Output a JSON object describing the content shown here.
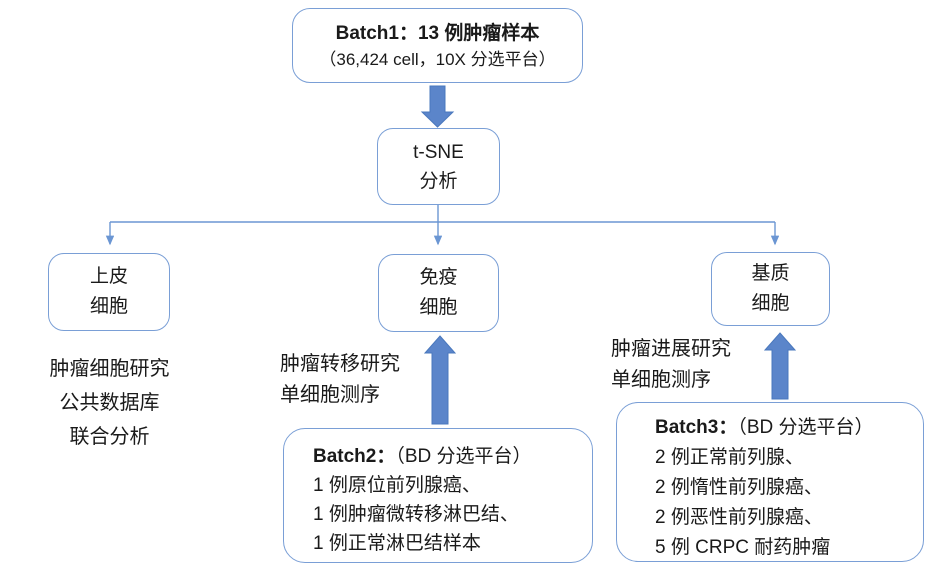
{
  "colors": {
    "box_border": "#7a9fd6",
    "connector_line": "#6b96d3",
    "block_arrow_fill": "#5b85ca",
    "block_arrow_stroke": "#4a78bd",
    "text": "#1a1a1a",
    "background": "#ffffff"
  },
  "flowchart": {
    "batch1": {
      "title": "Batch1：13 例肿瘤样本",
      "subtitle": "（36,424 cell，10X 分选平台）"
    },
    "tsne": {
      "line1": "t-SNE",
      "line2": "分析"
    },
    "epithelial": {
      "line1": "上皮",
      "line2": "细胞"
    },
    "immune": {
      "line1": "免疫",
      "line2": "细胞"
    },
    "stromal": {
      "line1": "基质",
      "line2": "细胞"
    },
    "left_note": {
      "line1": "肿瘤细胞研究",
      "line2": "公共数据库",
      "line3": "联合分析"
    },
    "middle_note": {
      "line1": "肿瘤转移研究",
      "line2": "单细胞测序"
    },
    "right_note": {
      "line1": "肿瘤进展研究",
      "line2": "单细胞测序"
    },
    "batch2": {
      "title_bold": "Batch2：",
      "title_rest": "（BD 分选平台）",
      "items": [
        "1 例原位前列腺癌、",
        "1 例肿瘤微转移淋巴结、",
        "1 例正常淋巴结样本"
      ]
    },
    "batch3": {
      "title_bold": "Batch3：",
      "title_rest": "（BD 分选平台）",
      "items": [
        "2 例正常前列腺、",
        "2 例惰性前列腺癌、",
        "2 例恶性前列腺癌、",
        "5 例 CRPC 耐药肿瘤"
      ]
    }
  }
}
